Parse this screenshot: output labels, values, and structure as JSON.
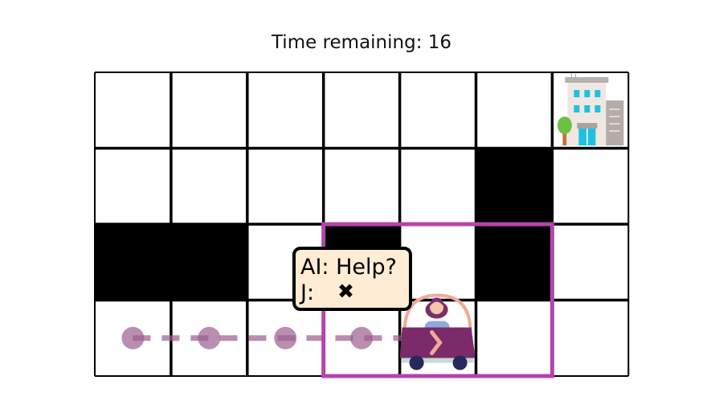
{
  "header": {
    "time_label": "Time remaining: 16"
  },
  "grid": {
    "rows": 4,
    "cols": 7,
    "walls": [
      [
        1,
        5
      ],
      [
        2,
        0
      ],
      [
        2,
        1
      ],
      [
        2,
        3
      ],
      [
        2,
        5
      ]
    ]
  },
  "goal": {
    "row": 0,
    "col": 6,
    "icon": "building-icon"
  },
  "agent": {
    "row": 3,
    "col": 4,
    "icon": "car-with-driver-icon",
    "heading": "right"
  },
  "trail": {
    "cells": [
      [
        3,
        0
      ],
      [
        3,
        1
      ],
      [
        3,
        2
      ],
      [
        3,
        3
      ]
    ],
    "color": "#9b5e8f"
  },
  "highlight": {
    "row_start": 2,
    "row_end": 3,
    "col_start": 3,
    "col_end": 5,
    "color": "#b444ad"
  },
  "dialog": {
    "line1": "AI: Help?",
    "line2_prefix": "J:",
    "line2_mark": "✖",
    "bg_color": "#feecd4"
  },
  "colors": {
    "wall": "#000000",
    "grid_line": "#000000",
    "cell": "#ffffff"
  }
}
